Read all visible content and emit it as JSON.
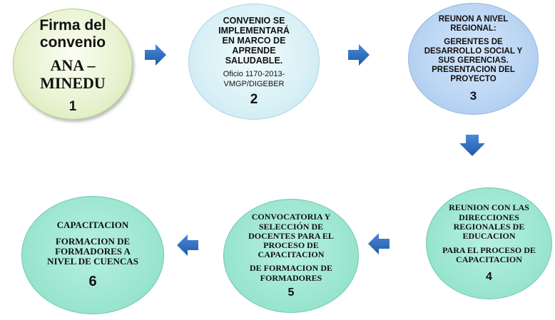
{
  "nodes": [
    {
      "title": "Firma del\nconvenio",
      "org": "ANA –\nMINEDU",
      "number": "1"
    },
    {
      "label": "CONVENIO SE\nIMPLEMENTARÁ\nEN MARCO DE\nAPRENDE\nSALUDABLE.",
      "reference": "Oficio 1170-2013-\nVMGP/DIGEBER",
      "number": "2"
    },
    {
      "label": "REUNON A NIVEL\nREGIONAL:",
      "label2": "GERENTES DE\nDESARROLLO SOCIAL Y\nSUS GERENCIAS.\nPRESENTACION DEL\nPROYECTO",
      "number": "3"
    },
    {
      "label": "REUNION CON LAS\nDIRECCIONES\nREGIONALES  DE\nEDUCACION",
      "label2": "PARA EL PROCESO DE\nCAPACITACION",
      "number": "4"
    },
    {
      "label": "CONVOCATORIA Y\nSELECCIÓN DE\nDOCENTES PARA EL\nPROCESO DE\nCAPACITACION",
      "label2": "DE FORMACION DE\nFORMADORES",
      "number": "5"
    },
    {
      "label": "CAPACITACION",
      "label2": "FORMACION DE\nFORMADORES A\nNIVEL DE CUENCAS",
      "number": "6"
    }
  ],
  "colors": {
    "arrow": "#2e6fc2",
    "text": "#111111"
  }
}
